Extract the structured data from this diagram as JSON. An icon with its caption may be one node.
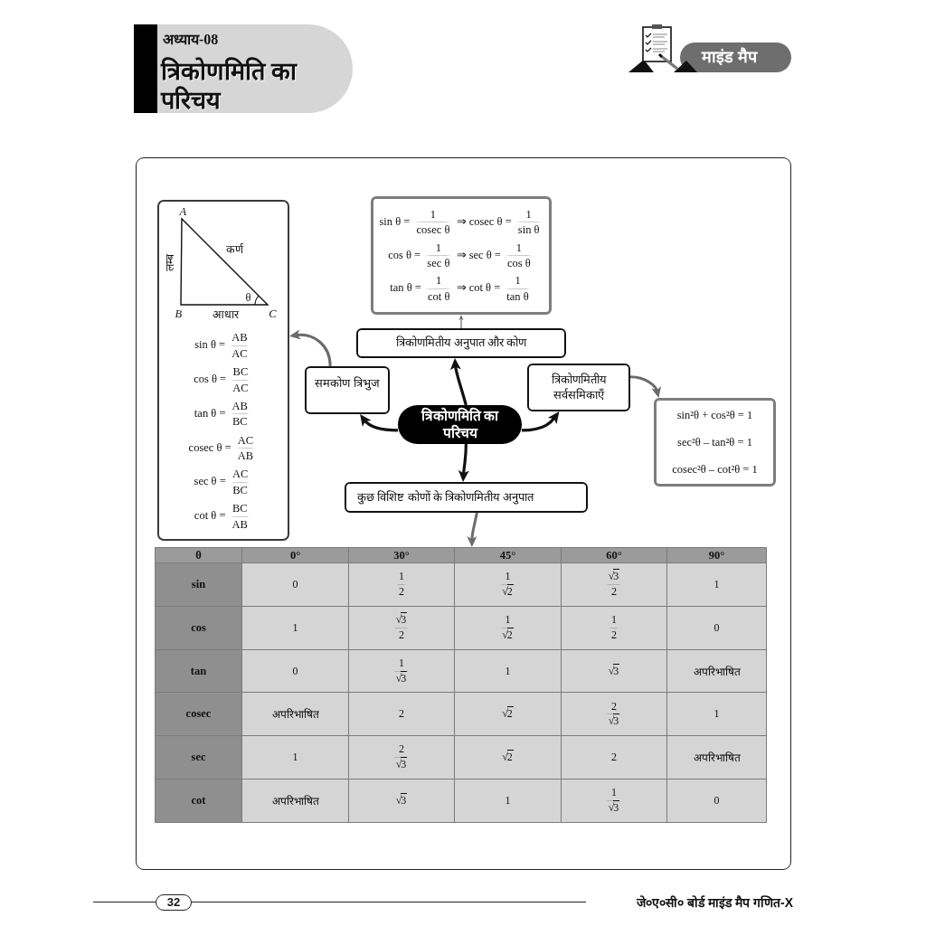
{
  "diagram": {
    "title": "त्रिकोणमिति का परिचय",
    "nodes": [
      {
        "text": [
          "A",
          "लम्ब",
          "कर्ण",
          "θ",
          "B",
          "आधार",
          "C",
          "sin θ = AB/AC",
          "cos θ = BC/AC",
          "tan θ = AB/BC",
          "cosec θ = AC/AB",
          "sec θ = AC/BC",
          "cot θ = BC/AB"
        ]
      },
      {
        "text": [
          "sin θ = 1/cosec θ ⇒ cosec θ = 1/sin θ",
          "cos θ = 1/sec θ ⇒ sec θ = 1/cos θ",
          "tan θ = 1/cot θ ⇒ cot θ = 1/tan θ"
        ]
      },
      {
        "text": [
          "त्रिकोणमितीय अनुपात और कोण"
        ]
      },
      {
        "text": [
          "समकोण त्रिभुज"
        ]
      },
      {
        "text": [
          "त्रिकोणमिति का परिचय"
        ]
      },
      {
        "text": [
          "त्रिकोणमितीय सर्वसमिकाएँ"
        ]
      },
      {
        "text": [
          "sin²θ + cos²θ = 1",
          "sec²θ – tan²θ = 1",
          "cosec²θ – cot²θ = 1"
        ]
      },
      {
        "text": [
          "कुछ विशिष्ट कोणों के त्रिकोणमितीय अनुपात"
        ]
      },
      {
        "text": [
          "θ",
          "0°",
          "30°",
          "45°",
          "60°",
          "90°",
          "sin",
          "0",
          "1/2",
          "1/√2",
          "√3/2",
          "1",
          "cos",
          "1",
          "√3/2",
          "1/√2",
          "1/2",
          "0",
          "tan",
          "0",
          "1/√3",
          "1",
          "√3",
          "अपरिभाषित",
          "cosec",
          "अपरिभाषित",
          "2",
          "√2",
          "2/√3",
          "1",
          "sec",
          "1",
          "2/√3",
          "√2",
          "2",
          "अपरिभाषित",
          "cot",
          "अपरिभाषित",
          "√3",
          "1",
          "1/√3",
          "0"
        ]
      }
    ],
    "edges": [
      {
        "from": 4,
        "to": 3,
        "arrow": "to"
      },
      {
        "from": 4,
        "to": 2,
        "arrow": "to"
      },
      {
        "from": 4,
        "to": 5,
        "arrow": "to"
      },
      {
        "from": 4,
        "to": 7,
        "arrow": "to"
      },
      {
        "from": 3,
        "to": 0,
        "arrow": "to",
        "color": "#6b6b6b"
      },
      {
        "from": 2,
        "to": 1,
        "arrow": "to",
        "color": "#6b6b6b"
      },
      {
        "from": 5,
        "to": 6,
        "arrow": "to",
        "color": "#6b6b6b"
      },
      {
        "from": 7,
        "to": 8,
        "arrow": "to",
        "color": "#6b6b6b"
      }
    ],
    "labels": [
      "अध्याय-08",
      "माइंड मैप",
      "32",
      "जे०ए०सी० बोर्ड माइंड मैप गणित-X"
    ]
  }
}
